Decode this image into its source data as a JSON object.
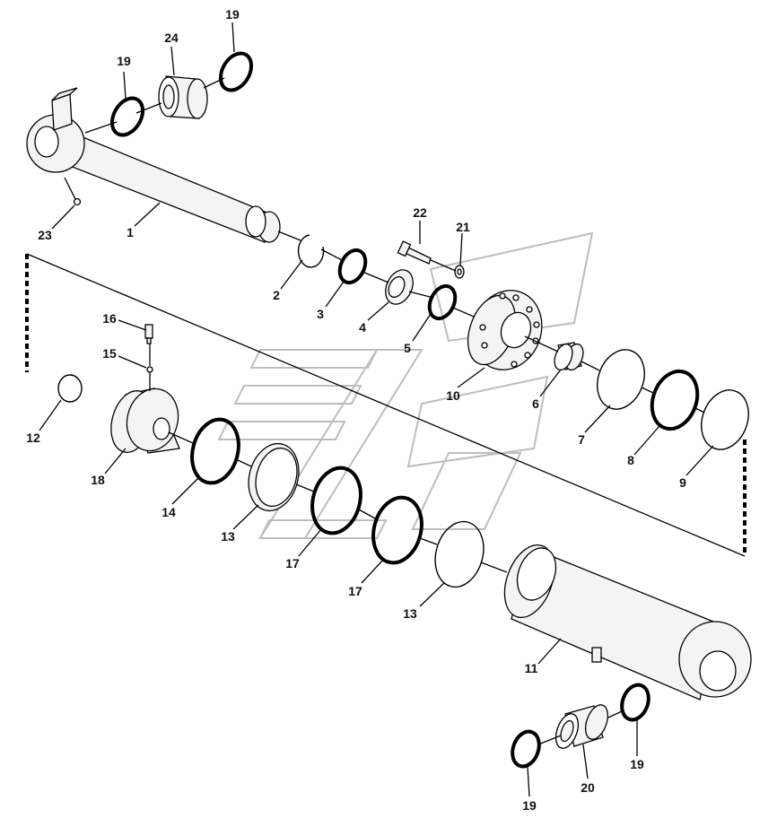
{
  "callouts": [
    {
      "id": "c19a",
      "text": "19"
    },
    {
      "id": "c24",
      "text": "24"
    },
    {
      "id": "c19b",
      "text": "19"
    },
    {
      "id": "c1",
      "text": "1"
    },
    {
      "id": "c23",
      "text": "23"
    },
    {
      "id": "c22",
      "text": "22"
    },
    {
      "id": "c21",
      "text": "21"
    },
    {
      "id": "c2",
      "text": "2"
    },
    {
      "id": "c3",
      "text": "3"
    },
    {
      "id": "c4",
      "text": "4"
    },
    {
      "id": "c5",
      "text": "5"
    },
    {
      "id": "c10",
      "text": "10"
    },
    {
      "id": "c6",
      "text": "6"
    },
    {
      "id": "c7",
      "text": "7"
    },
    {
      "id": "c8",
      "text": "8"
    },
    {
      "id": "c9",
      "text": "9"
    },
    {
      "id": "c16",
      "text": "16"
    },
    {
      "id": "c15",
      "text": "15"
    },
    {
      "id": "c12",
      "text": "12"
    },
    {
      "id": "c18",
      "text": "18"
    },
    {
      "id": "c14",
      "text": "14"
    },
    {
      "id": "c13a",
      "text": "13"
    },
    {
      "id": "c17a",
      "text": "17"
    },
    {
      "id": "c17b",
      "text": "17"
    },
    {
      "id": "c13b",
      "text": "13"
    },
    {
      "id": "c11",
      "text": "11"
    },
    {
      "id": "c20",
      "text": "20"
    },
    {
      "id": "c19c",
      "text": "19"
    },
    {
      "id": "c19d",
      "text": "19"
    }
  ]
}
